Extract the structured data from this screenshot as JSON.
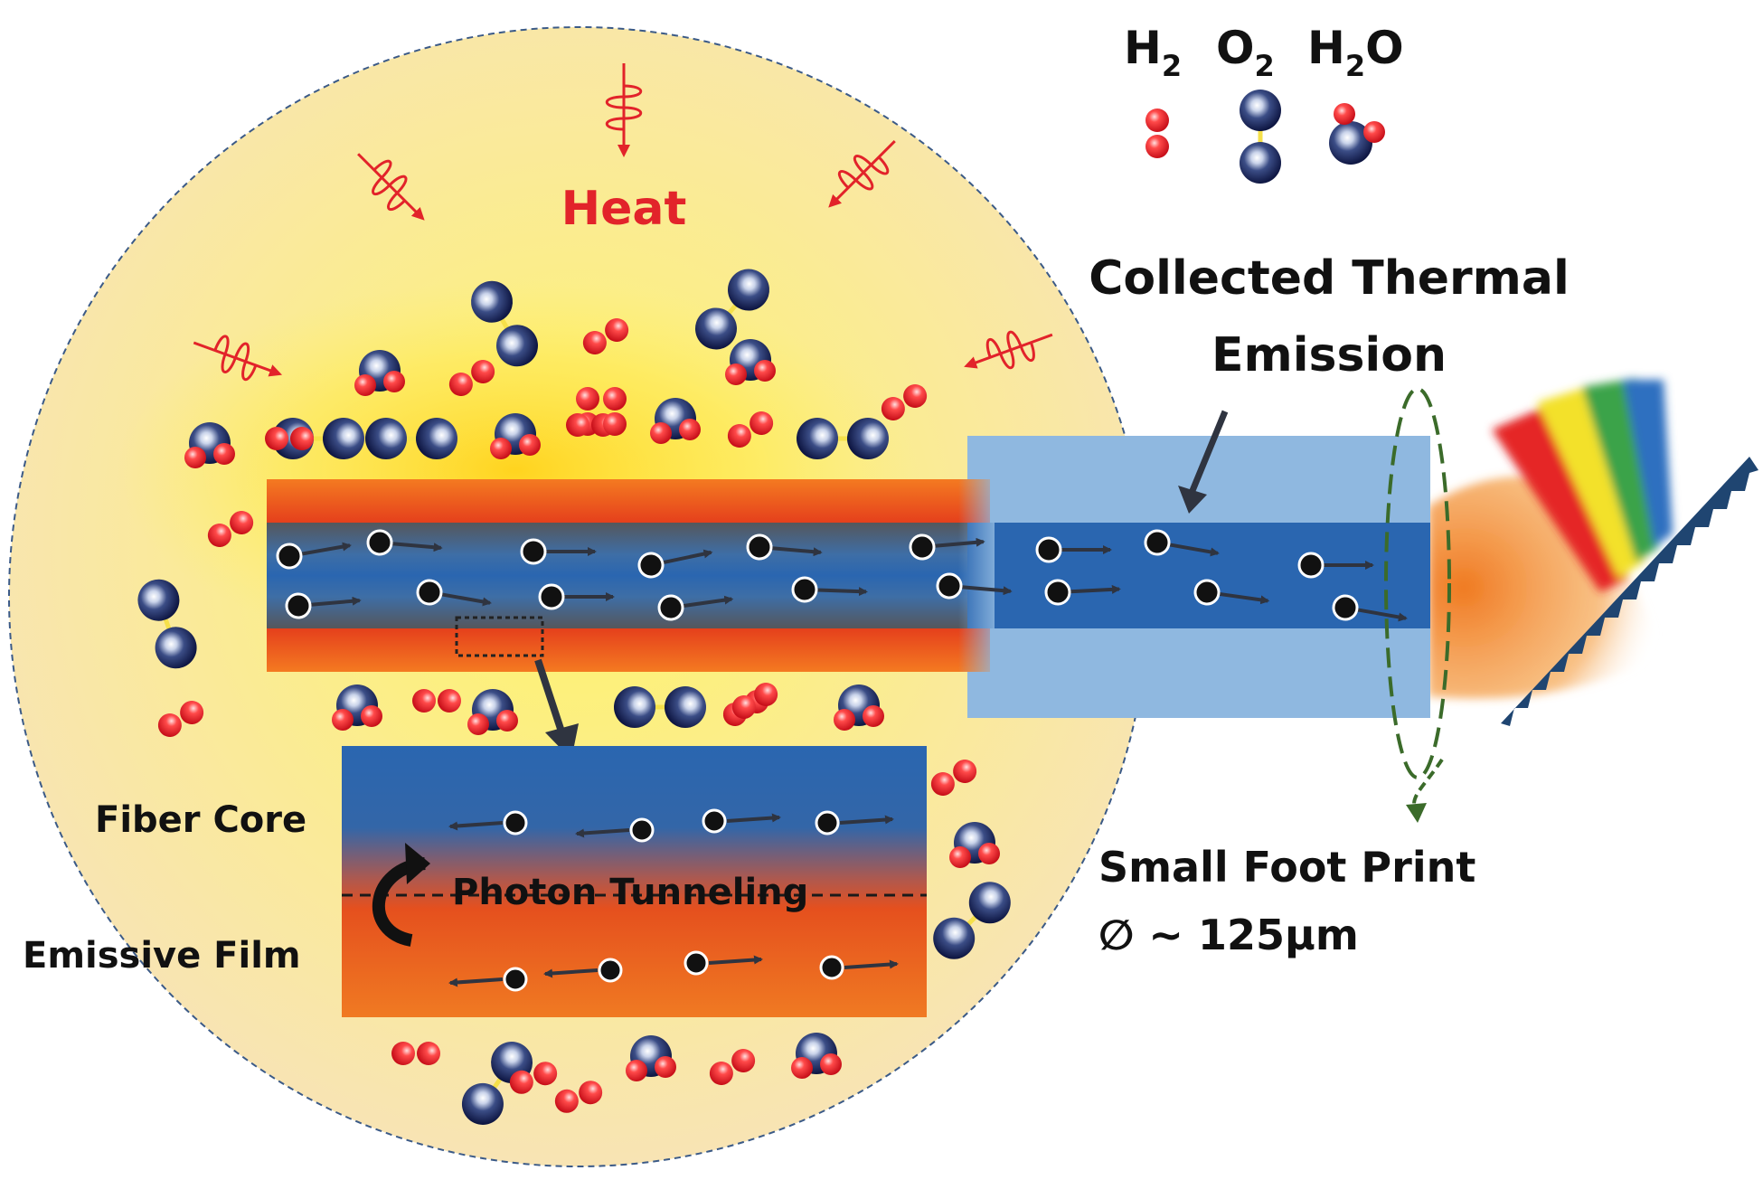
{
  "title": "",
  "legend": {
    "h2": {
      "main": "H",
      "sub": "2"
    },
    "o2": {
      "main": "O",
      "sub": "2"
    },
    "h2o": {
      "main": "H",
      "sub": "2",
      "tail": "O"
    }
  },
  "labels": {
    "heat": "Heat",
    "collected_line1": "Collected Thermal",
    "collected_line2": "Emission",
    "footprint_line1": "Small Foot Print",
    "footprint_line2": "∅ ~ 125μm",
    "fiber_core": "Fiber Core",
    "emissive_film": "Emissive Film",
    "photon_tunneling": "Photon Tunneling"
  },
  "colors": {
    "heat_red": "#e2232a",
    "hydrogen_red": "#e31e24",
    "oxygen_navy": "#1c2a5e",
    "core_blue": "#2a66b0",
    "cladding_blue": "#8fb8e0",
    "emissive_orange": "#e8501d",
    "glow_yellow": "#fdef3c",
    "zone_cream": "#f9e7b0",
    "footprint_green": "#3b6b2a",
    "grating_navy": "#1f4571"
  }
}
